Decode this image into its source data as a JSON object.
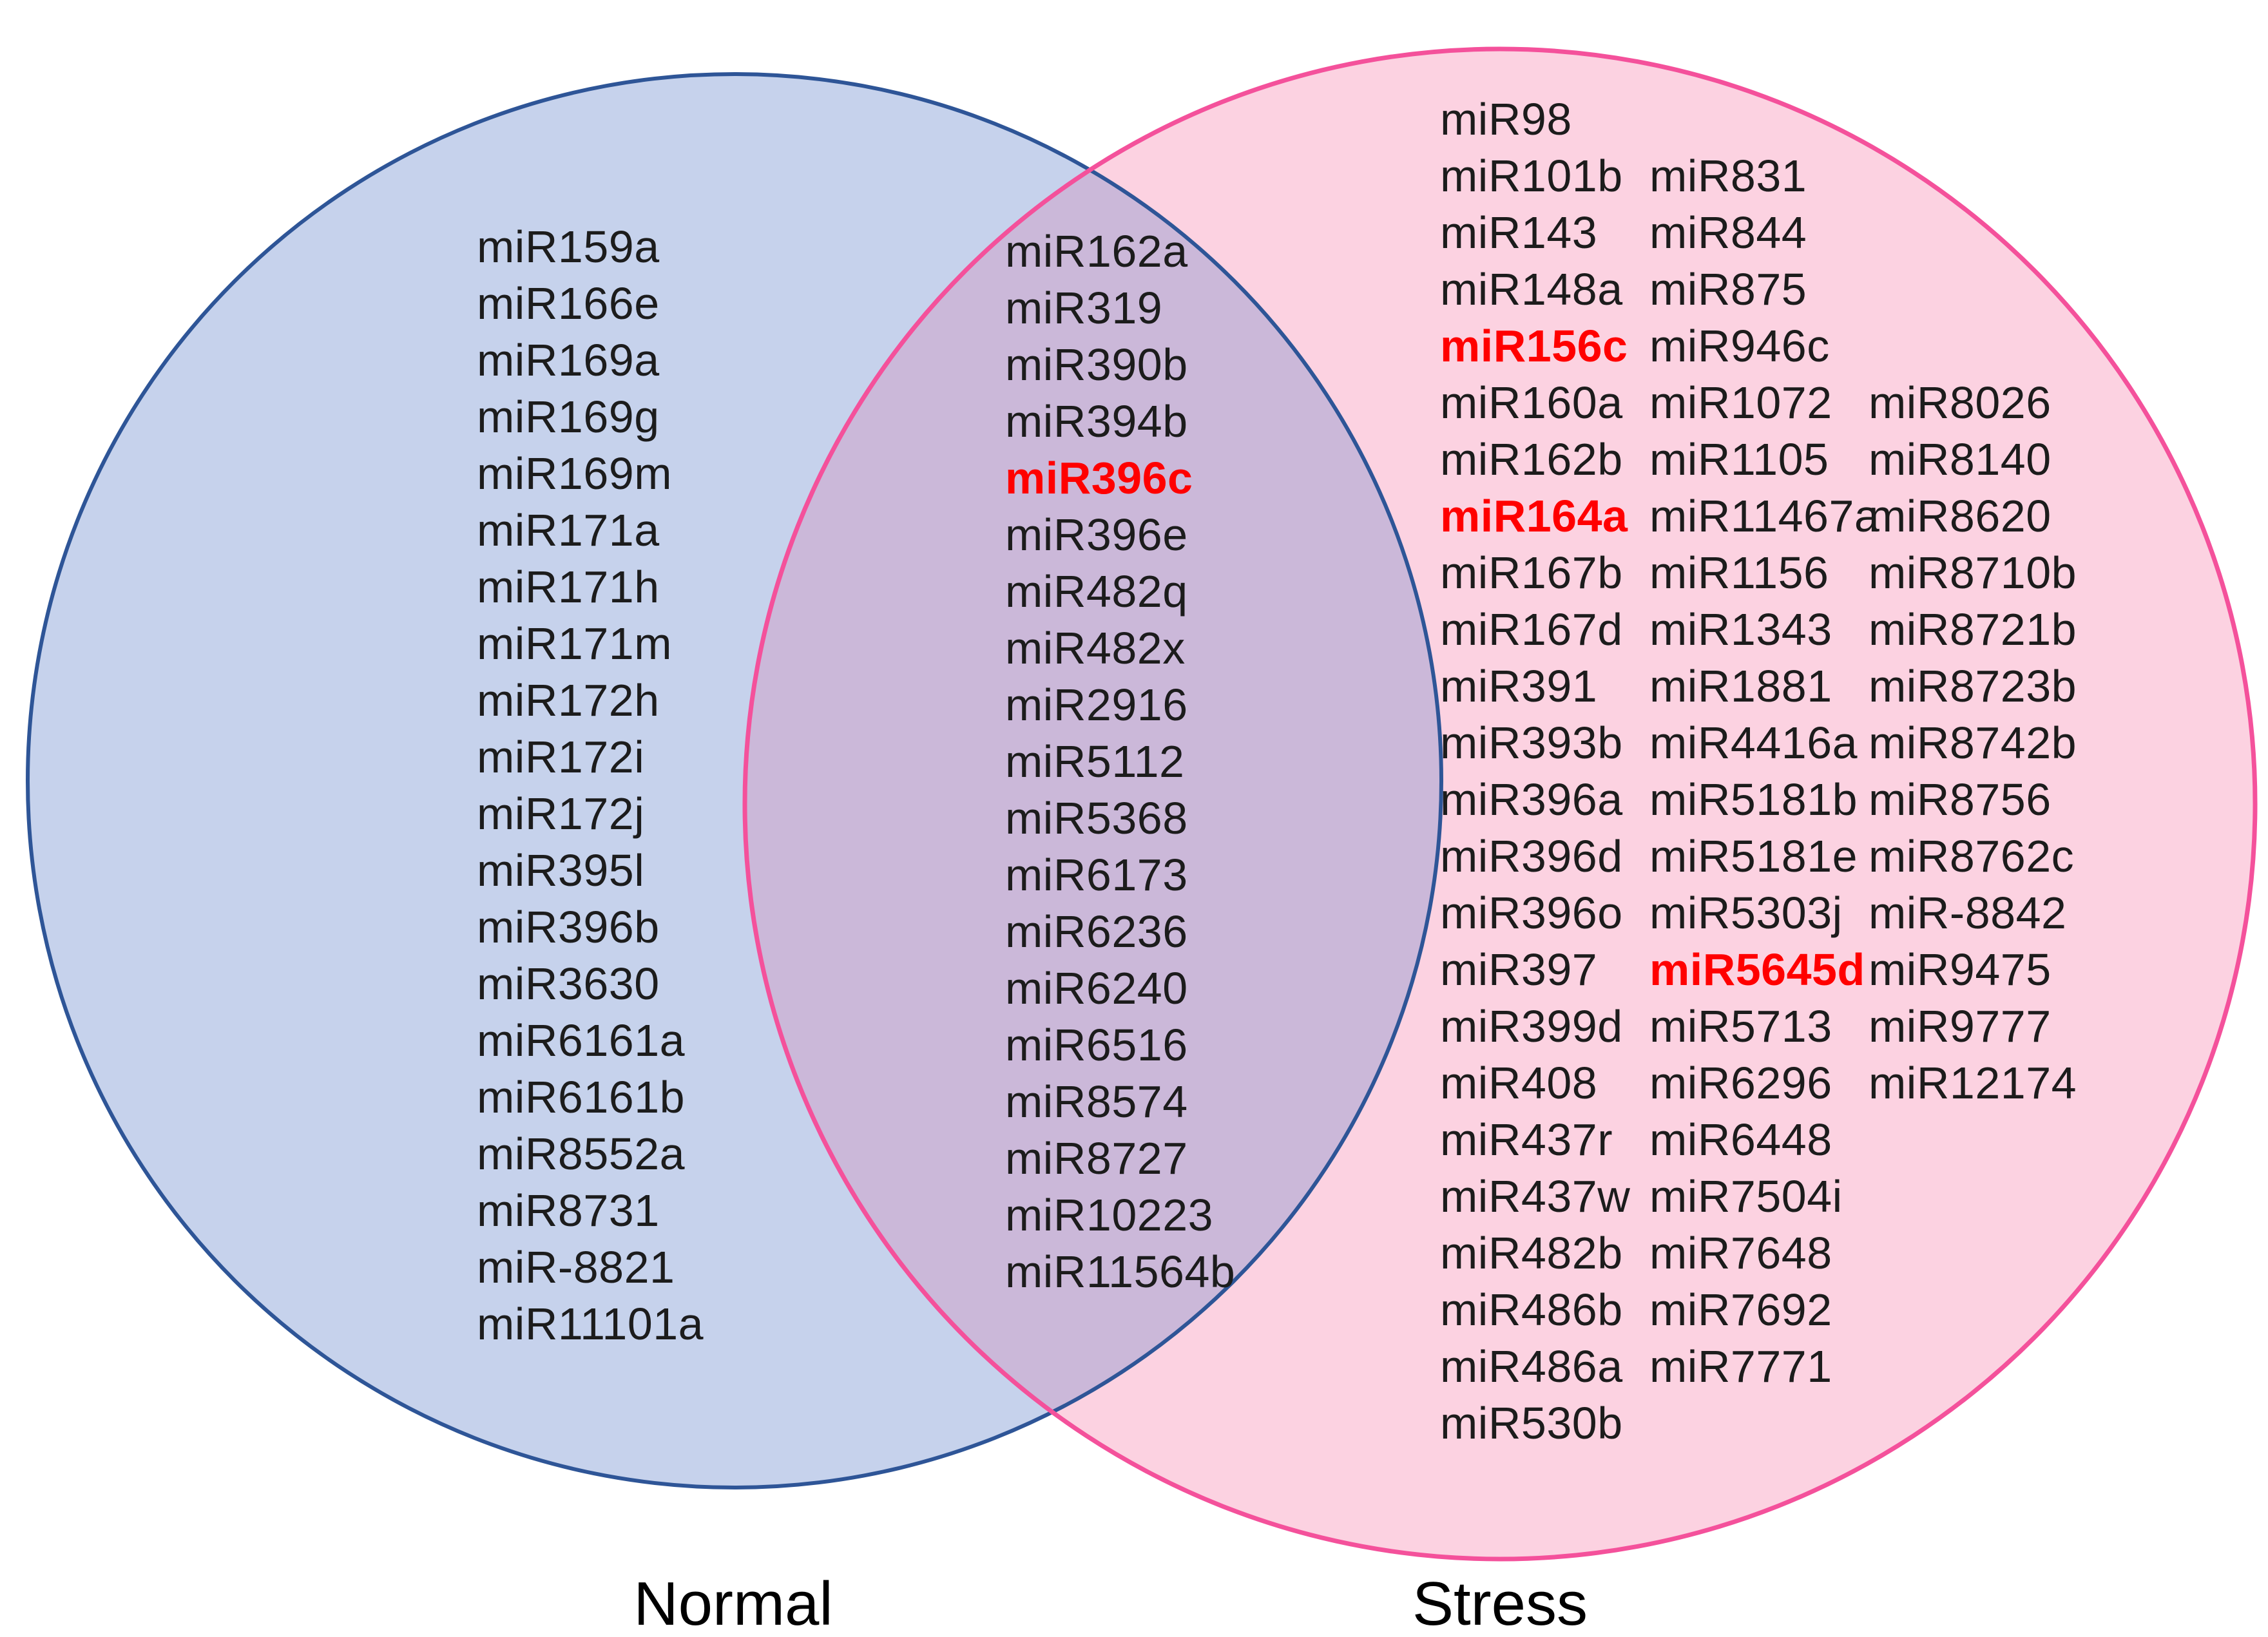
{
  "diagram": {
    "title_left_label": "Normal",
    "title_right_label": "Stress",
    "colors": {
      "normal_fill": "#c6d2ec",
      "normal_stroke": "#2e5597",
      "stress_fill": "#fcd2e1",
      "stress_stroke": "#f4519b",
      "overlap_fill": "#cbb8d9",
      "text": "#1c1c1c",
      "highlight": "#ff0000"
    },
    "highlighted": [
      "miR396c",
      "miR156c",
      "miR164a",
      "miR5645d"
    ],
    "normal_only": [
      "miR159a",
      "miR166e",
      "miR169a",
      "miR169g",
      "miR169m",
      "miR171a",
      "miR171h",
      "miR171m",
      "miR172h",
      "miR172i",
      "miR172j",
      "miR395l",
      "miR396b",
      "miR3630",
      "miR6161a",
      "miR6161b",
      "miR8552a",
      "miR8731",
      "miR-8821",
      "miR11101a"
    ],
    "shared": [
      "miR162a",
      "miR319",
      "miR390b",
      "miR394b",
      "miR396c",
      "miR396e",
      "miR482q",
      "miR482x",
      "miR2916",
      "miR5112",
      "miR5368",
      "miR6173",
      "miR6236",
      "miR6240",
      "miR6516",
      "miR8574",
      "miR8727",
      "miR10223",
      "miR11564b"
    ],
    "stress_only_col1": [
      "miR98",
      "miR101b",
      "miR143",
      "miR148a",
      "miR156c",
      "miR160a",
      "miR162b",
      "miR164a",
      "miR167b",
      "miR167d",
      "miR391",
      "miR393b",
      "miR396a",
      "miR396d",
      "miR396o",
      "miR397",
      "miR399d",
      "miR408",
      "miR437r",
      "miR437w",
      "miR482b",
      "miR486b",
      "miR486a",
      "miR530b"
    ],
    "stress_only_col2": [
      "miR831",
      "miR844",
      "miR875",
      "miR946c",
      "miR1072",
      "miR1105",
      "miR11467a",
      "miR1156",
      "miR1343",
      "miR1881",
      "miR4416a",
      "miR5181b",
      "miR5181e",
      "miR5303j",
      "miR5645d",
      "miR5713",
      "miR6296",
      "miR6448",
      "miR7504i",
      "miR7648",
      "miR7692",
      "miR7771"
    ],
    "stress_only_col3": [
      "miR8026",
      "miR8140",
      "miR8620",
      "miR8710b",
      "miR8721b",
      "miR8723b",
      "miR8742b",
      "miR8756",
      "miR8762c",
      "miR-8842",
      "miR9475",
      "miR9777",
      "miR12174"
    ]
  }
}
